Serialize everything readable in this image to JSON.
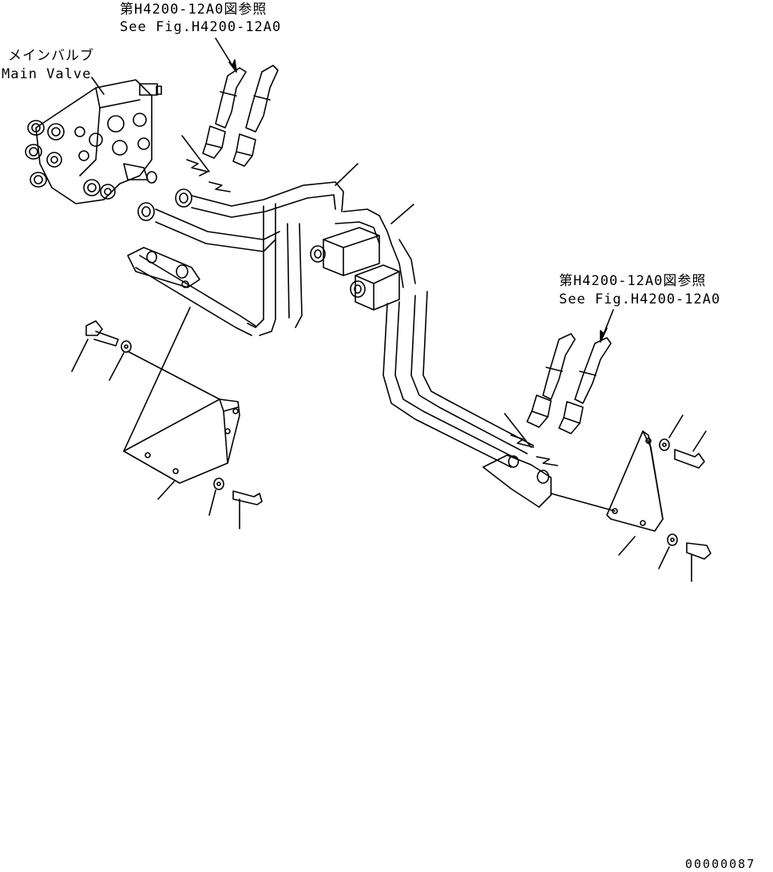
{
  "labels": {
    "ref_top_jp": "第H4200-12A0図参照",
    "ref_top_en": "See Fig.H4200-12A0",
    "main_valve_jp": "メインバルブ",
    "main_valve_en": "Main Valve",
    "ref_right_jp": "第H4200-12A0図参照",
    "ref_right_en": "See Fig.H4200-12A0",
    "drawing_number": "00000087"
  },
  "colors": {
    "line": "#000000",
    "background": "#ffffff"
  }
}
